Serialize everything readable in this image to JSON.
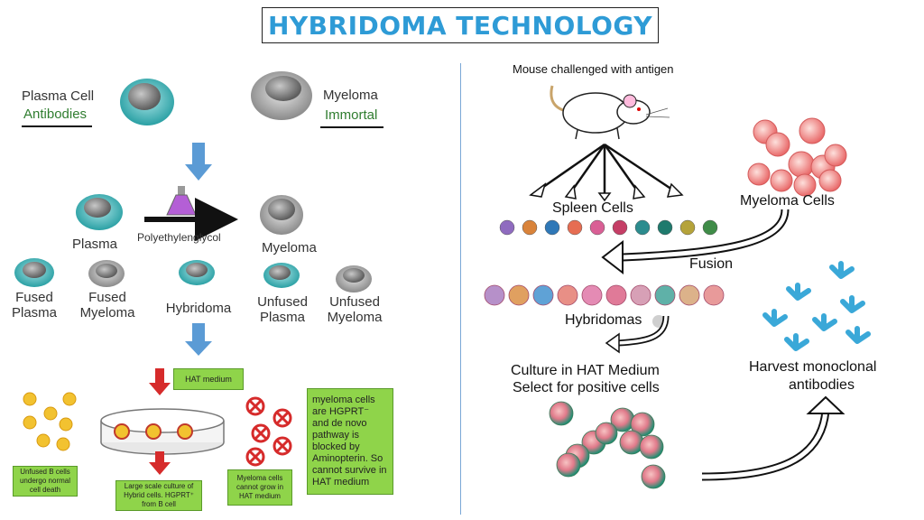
{
  "title": "HYBRIDOMA TECHNOLOGY",
  "left": {
    "plasma_cell": "Plasma Cell",
    "antibodies": "Antibodies",
    "myeloma": "Myeloma",
    "immortal": "Immortal",
    "plasma": "Plasma",
    "peg": "Polyethylenglycol",
    "myeloma2": "Myeloma",
    "fused_plasma_1": "Fused",
    "fused_plasma_2": "Plasma",
    "fused_myeloma_1": "Fused",
    "fused_myeloma_2": "Myeloma",
    "hybridoma": "Hybridoma",
    "unfused_plasma_1": "Unfused",
    "unfused_plasma_2": "Plasma",
    "unfused_myeloma_1": "Unfused",
    "unfused_myeloma_2": "Myeloma",
    "hat_medium": "HAT medium",
    "myeloma_note": "myeloma cells are HGPRT⁻ and de novo pathway is blocked by Aminopterin. So cannot survive in HAT medium",
    "unfused_b": "Unfused B cells undergo normal cell death",
    "large_scale": "Large scale culture of Hybrid cells. HGPRT⁺ from B cell",
    "myeloma_cannot": "Myeloma cells cannot grow in HAT medium"
  },
  "right": {
    "mouse": "Mouse challenged with antigen",
    "spleen": "Spleen Cells",
    "myeloma_cells": "Myeloma Cells",
    "fusion": "Fusion",
    "hybridomas": "Hybridomas",
    "culture_1": "Culture in HAT Medium",
    "culture_2": "Select for positive cells",
    "harvest_1": "Harvest monoclonal",
    "harvest_2": "antibodies"
  },
  "colors": {
    "title": "#2e9bd6",
    "arrow_blue": "#5b9bd5",
    "arrow_red": "#d62b2b",
    "green_box": "#8fd44a",
    "cell_teal": "#3db5b8",
    "cell_grey": "#9a9a9a",
    "myeloma_pink": "#f08080",
    "antibody_blue": "#3aa8d8"
  }
}
